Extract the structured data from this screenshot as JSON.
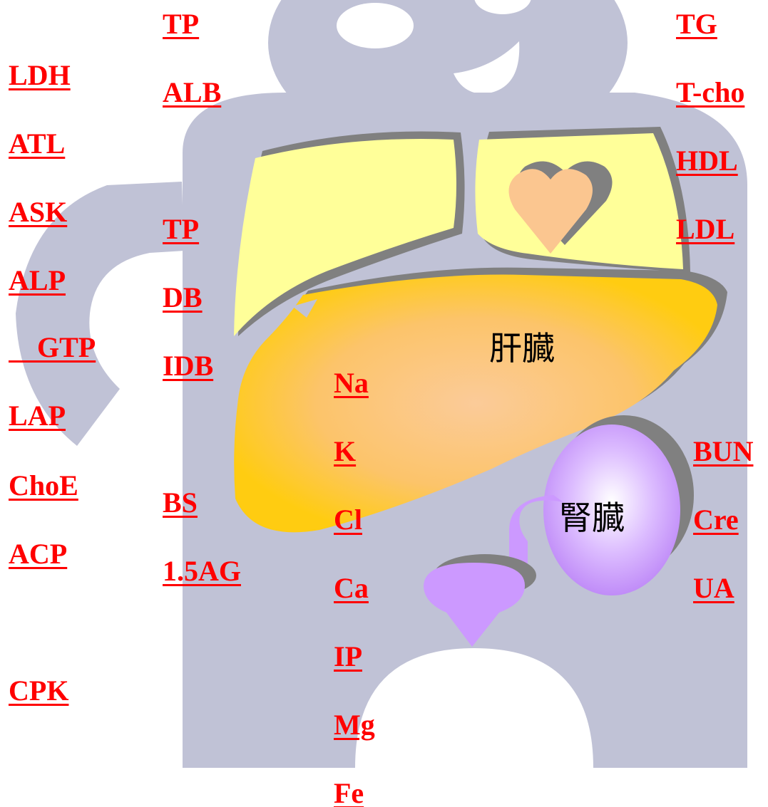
{
  "colors": {
    "body": "#c0c2d6",
    "lung": "#ffff99",
    "liver_edge": "#ffcc11",
    "liver_center": "#fbcb99",
    "kidney": "#cc99ff",
    "heart": "#fbc690",
    "shadow": "#808080",
    "link": "#ff0000"
  },
  "organ_labels": {
    "liver": "肝臓",
    "kidney": "腎臓"
  },
  "tests": {
    "liver_enzymes": [
      "LDH",
      "ATL",
      "ASK",
      "ALP",
      "　GTP",
      "LAP",
      "ChoE",
      "ACP",
      "CPK"
    ],
    "protein": [
      "TP",
      "ALB"
    ],
    "bilirubin": [
      "TP",
      "DB",
      "IDB"
    ],
    "sugar": [
      "BS",
      "1.5AG"
    ],
    "electrolytes": [
      "Na",
      "K",
      "Cl",
      "Ca",
      "IP",
      "Mg",
      "Fe"
    ],
    "lipids": [
      "TG",
      "T-cho",
      "HDL",
      "LDL"
    ],
    "kidney": [
      "BUN",
      "Cre",
      "UA"
    ]
  }
}
